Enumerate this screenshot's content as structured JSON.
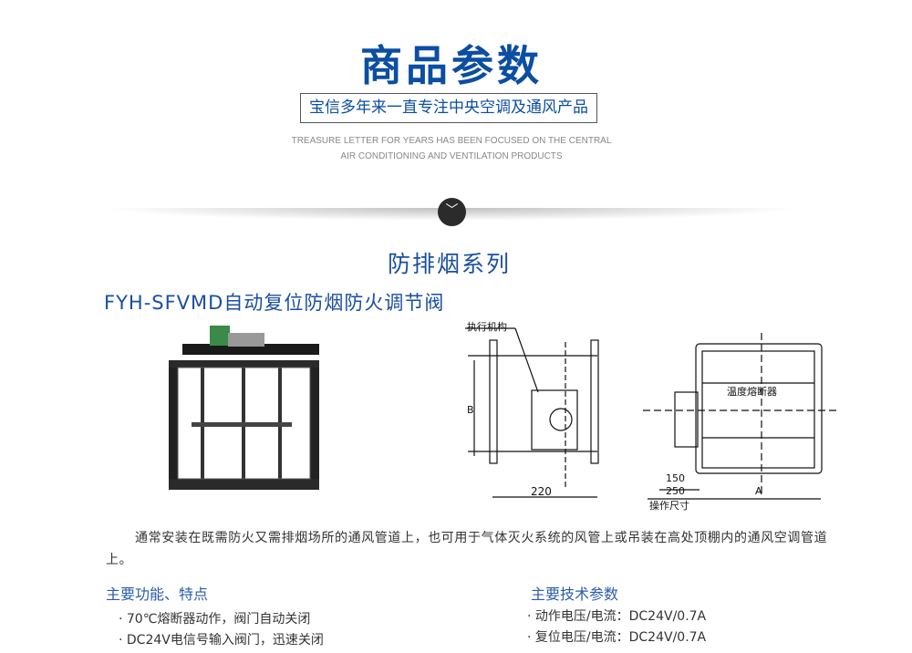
{
  "header": {
    "title": "商品参数",
    "subtitle": "宝信多年来一直专注中央空调及通风产品",
    "en_line1": "TREASURE LETTER FOR YEARS HAS BEEN FOCUSED ON THE CENTRAL",
    "en_line2": "AIR CONDITIONING AND VENTILATION PRODUCTS",
    "scroll_icon": "chevron-down-icon"
  },
  "product": {
    "series": "防排烟系列",
    "model": "FYH-SFVMD自动复位防烟防火调节阀",
    "drawing": {
      "actuator": "执行机构",
      "fuse": "温度熔断器",
      "dim_220": "220",
      "dim_150": "150",
      "dim_250": "250",
      "dim_a": "A",
      "dim_b": "B",
      "op_size": "操作尺寸"
    },
    "description": "通常安装在既需防火又需排烟场所的通风管道上，也可用于气体灭火系统的风管上或吊装在高处顶棚内的通风空调管道上。",
    "features": {
      "heading": "主要功能、特点",
      "items": [
        "· 70℃熔断器动作，阀门自动关闭",
        "· DC24V电信号输入阀门，迅速关闭"
      ]
    },
    "specs": {
      "heading": "主要技术参数",
      "items": [
        "· 动作电压/电流：DC24V/0.7A",
        "· 复位电压/电流：DC24V/0.7A"
      ]
    }
  }
}
